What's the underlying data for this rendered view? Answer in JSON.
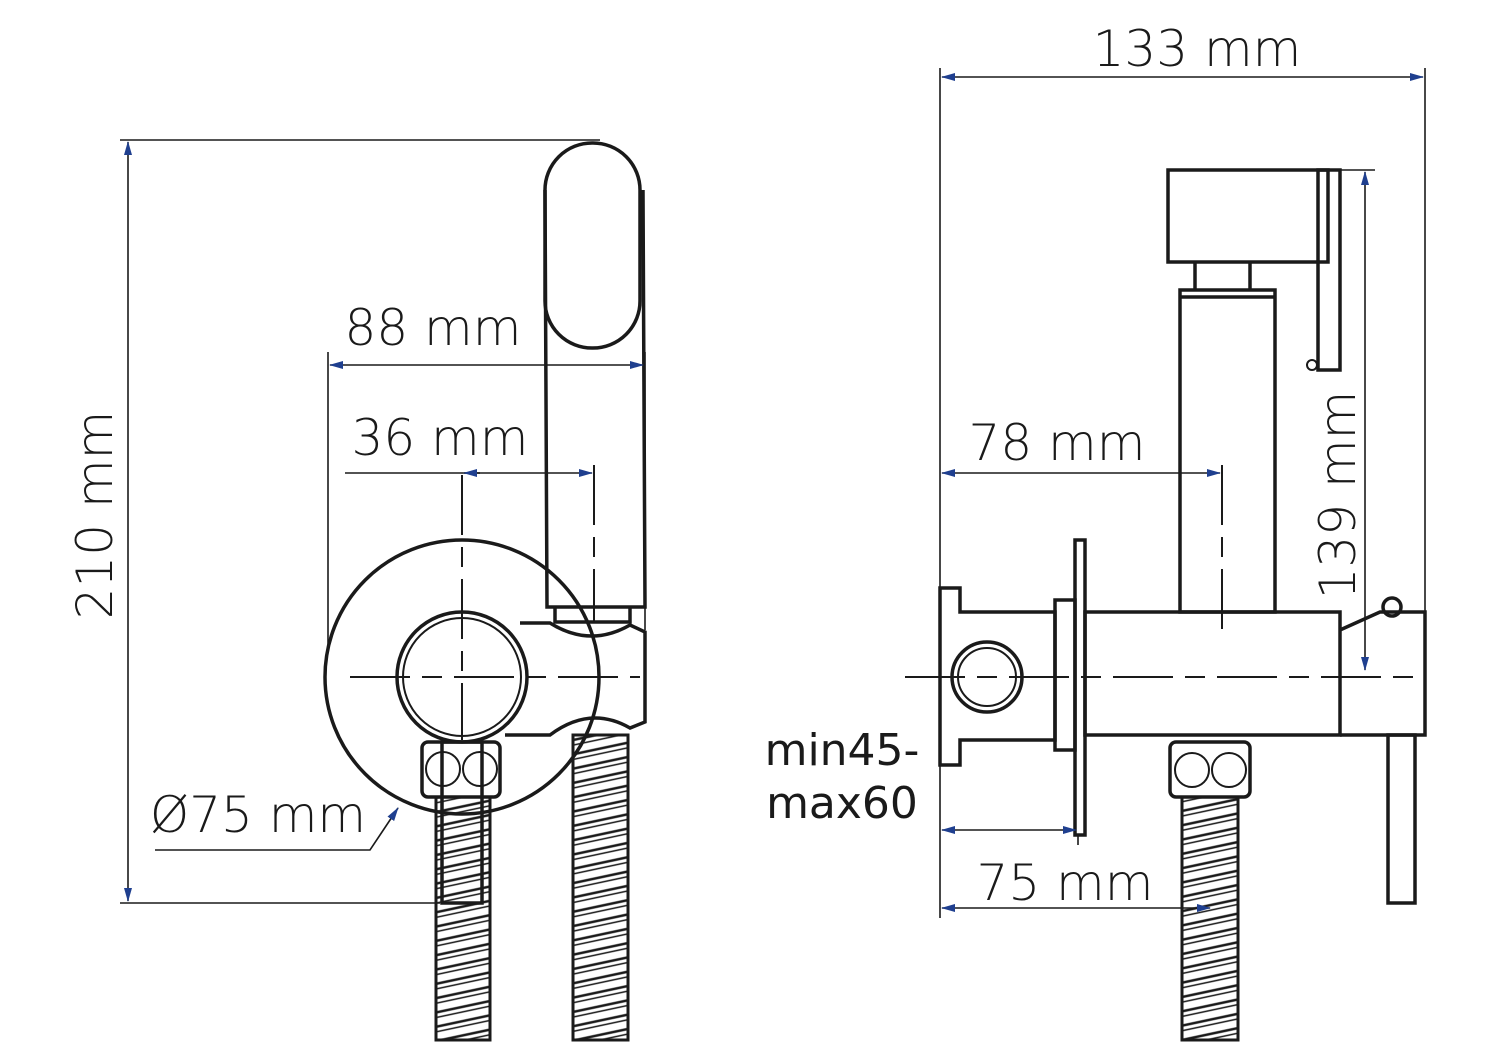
{
  "colors": {
    "line": "#1a1a1a",
    "arrow": "#1f3f8f"
  },
  "front_view": {
    "height": "210 mm",
    "width_total": "88 mm",
    "offset": "36 mm",
    "diameter": "Ø75 mm"
  },
  "side_view": {
    "width_total": "133 mm",
    "offset": "78 mm",
    "height": "139 mm",
    "wall_depth_min": "min45-",
    "wall_depth_max": "max60",
    "depth": "75 mm"
  }
}
